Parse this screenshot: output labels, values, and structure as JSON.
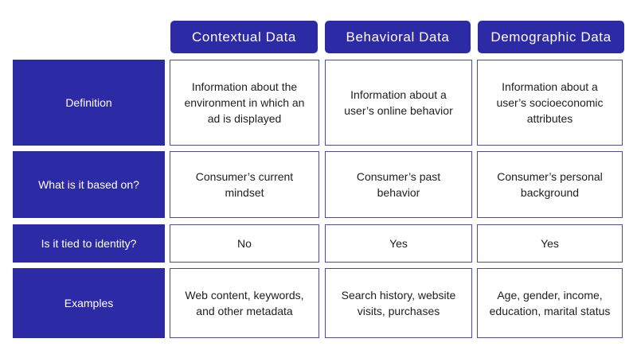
{
  "columns": [
    {
      "label": "Contextual Data"
    },
    {
      "label": "Behavioral Data"
    },
    {
      "label": "Demographic Data"
    }
  ],
  "rows": [
    {
      "label": "Definition",
      "cells": [
        "Information about the environment in which an ad is displayed",
        "Information about a user’s online behavior",
        "Information about a user’s socioeconomic attributes"
      ]
    },
    {
      "label": "What is it based on?",
      "cells": [
        "Consumer’s current mindset",
        "Consumer’s past behavior",
        "Consumer’s personal background"
      ]
    },
    {
      "label": "Is it tied to identity?",
      "cells": [
        "No",
        "Yes",
        "Yes"
      ]
    },
    {
      "label": "Examples",
      "cells": [
        "Web content, keywords, and other metadata",
        "Search history, website visits, purchases",
        "Age, gender, income, education, marital status"
      ]
    }
  ],
  "colors": {
    "header_background": "#2d2aa5",
    "header_text": "#ffffff",
    "cell_border": "#4a48b8",
    "cell_text": "#1e1e1e"
  }
}
